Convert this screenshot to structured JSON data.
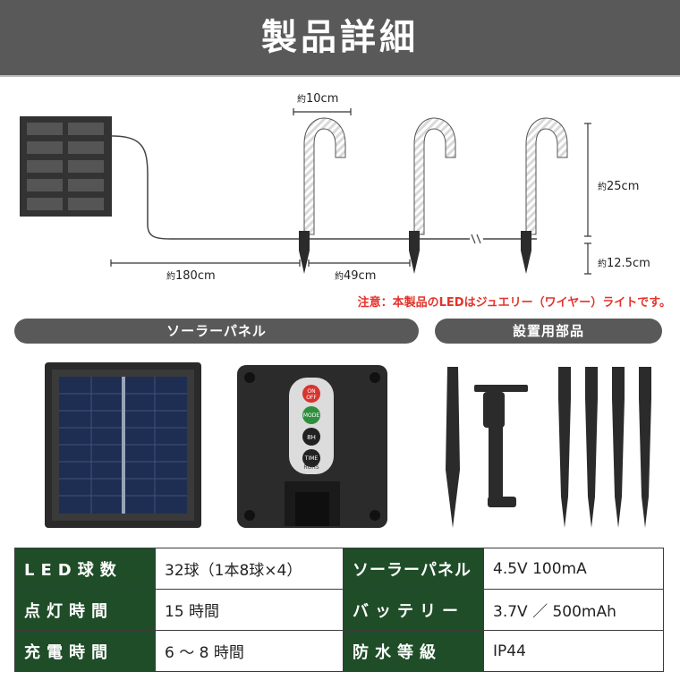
{
  "header": {
    "title": "製品詳細"
  },
  "diagram": {
    "dim_width": "10cm",
    "dim_height": "25cm",
    "dim_stake": "12.5cm",
    "dim_cable": "180cm",
    "dim_spacing": "49cm",
    "approx_prefix": "約",
    "notice": "注意：本製品のLEDはジュエリー（ワイヤー）ライトです。"
  },
  "sections": {
    "solar_panel": "ソーラーパネル",
    "accessories": "設置用部品"
  },
  "controller": {
    "btn_on": "ON",
    "btn_off": "OFF",
    "btn_mode": "MODE",
    "btn_8h": "8H",
    "btn_time": "TIME",
    "brand": "ROHS"
  },
  "specs": {
    "rows": [
      {
        "k1": "LED球数",
        "v1": "32球（1本8球×4）",
        "k2": "ソーラーパネル",
        "v2": "4.5V 100mA"
      },
      {
        "k1": "点灯時間",
        "v1": "15 時間",
        "k2": "バッテリー",
        "v2": "3.7V ／ 500mAh"
      },
      {
        "k1": "充電時間",
        "v1": "6 〜 8 時間",
        "k2": "防水等級",
        "v2": "IP44"
      }
    ]
  },
  "colors": {
    "header_bg": "#595959",
    "spec_key_bg": "#1f4d28",
    "notice": "#e5322b"
  }
}
